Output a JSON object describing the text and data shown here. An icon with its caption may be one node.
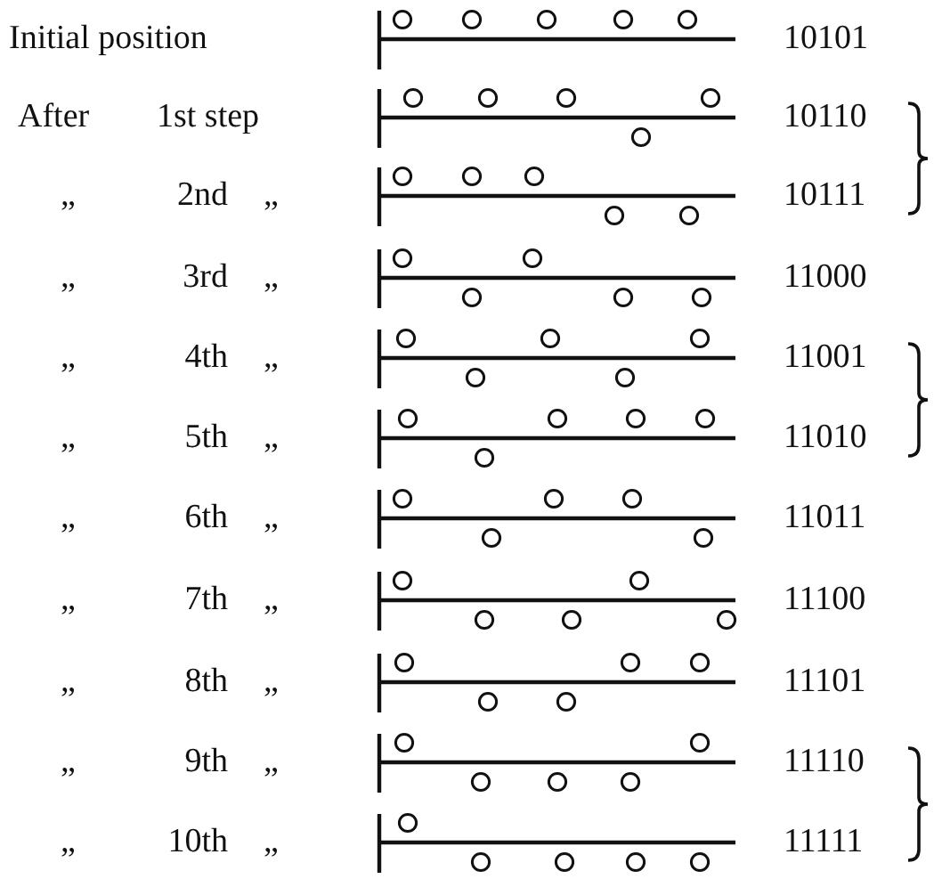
{
  "diagram": {
    "labels": [
      "Initial position",
      "10101",
      "After",
      "1st step",
      "10110",
      "„",
      "2nd",
      "„",
      "10111",
      "„",
      "3rd",
      "„",
      "11000",
      "„",
      "4th",
      "„",
      "11001",
      "„",
      "5th",
      "„",
      "11010",
      "„",
      "6th",
      "„",
      "11011",
      "„",
      "7th",
      "„",
      "11100",
      "„",
      "8th",
      "„",
      "11101",
      "„",
      "9th",
      "„",
      "11110",
      "„",
      "10th",
      "„",
      "11111"
    ]
  }
}
